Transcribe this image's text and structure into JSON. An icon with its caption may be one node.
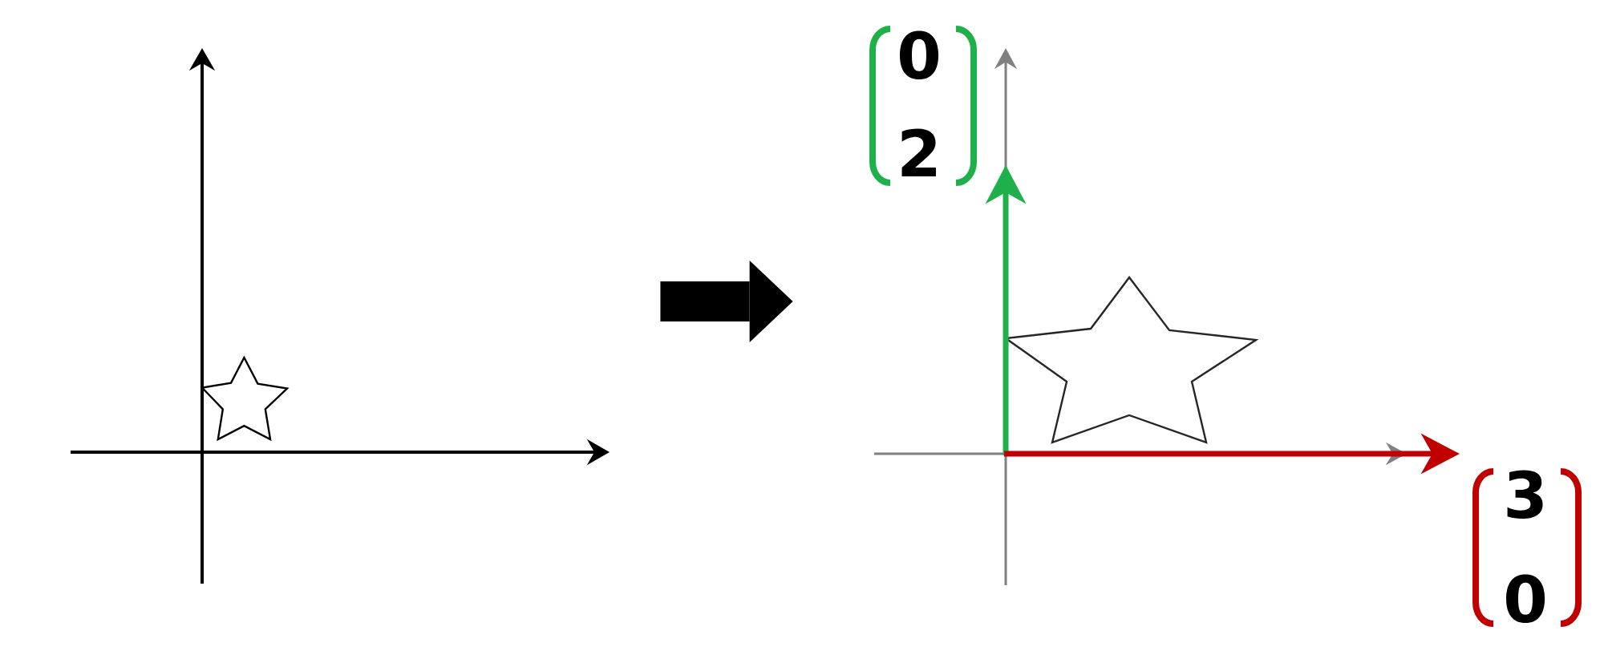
{
  "diagram": {
    "nodes": [
      {
        "text": [],
        "shape": "picture"
      },
      {
        "text": [],
        "shape": "picture"
      }
    ],
    "edges": [
      {
        "from": 0,
        "to": 1,
        "arrow": "to"
      }
    ],
    "labels": [
      "0",
      "2",
      "3",
      "0"
    ]
  }
}
